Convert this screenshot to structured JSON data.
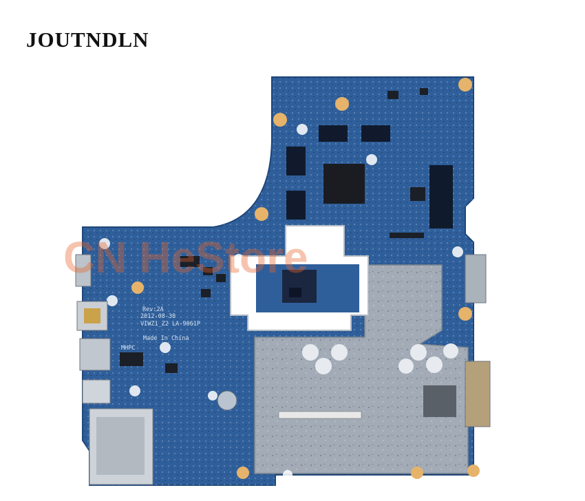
{
  "brand": {
    "name": "JOUTNDLN"
  },
  "watermark": {
    "text": "CN HeStore",
    "colors": [
      "#e8632b",
      "#6cc04a"
    ]
  },
  "board": {
    "colors": {
      "pcb": "#2f5f9b",
      "pcb_dark": "#1e4679",
      "shield": "#9aa3ae",
      "pad": "#e6b36b"
    },
    "silkscreen": {
      "rev": "Rev:2A",
      "date": "2012-08-30",
      "model": "VIWZ1_Z2  LA-9061P",
      "origin": "Made In China",
      "lan_chip": "MHPC"
    }
  }
}
